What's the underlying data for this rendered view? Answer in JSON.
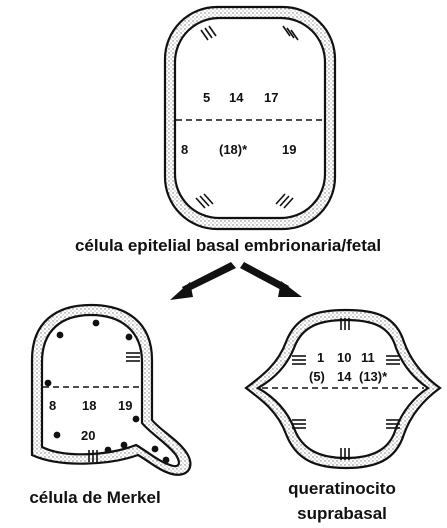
{
  "top_cell": {
    "upper_row": [
      "5",
      "14",
      "17"
    ],
    "lower_left": "8",
    "lower_middle": "(18)*",
    "lower_right": "19",
    "caption": "célula epitelial basal embrionaria/fetal"
  },
  "merkel_cell": {
    "row1": [
      "8",
      "18",
      "19"
    ],
    "row2": "20",
    "caption": "célula de Merkel"
  },
  "keratinocyte_cell": {
    "row1": [
      "1",
      "10",
      "11"
    ],
    "row2": [
      "(5)",
      "14",
      "(13)*"
    ],
    "caption_line1": "queratinocito",
    "caption_line2": "suprabasal"
  }
}
